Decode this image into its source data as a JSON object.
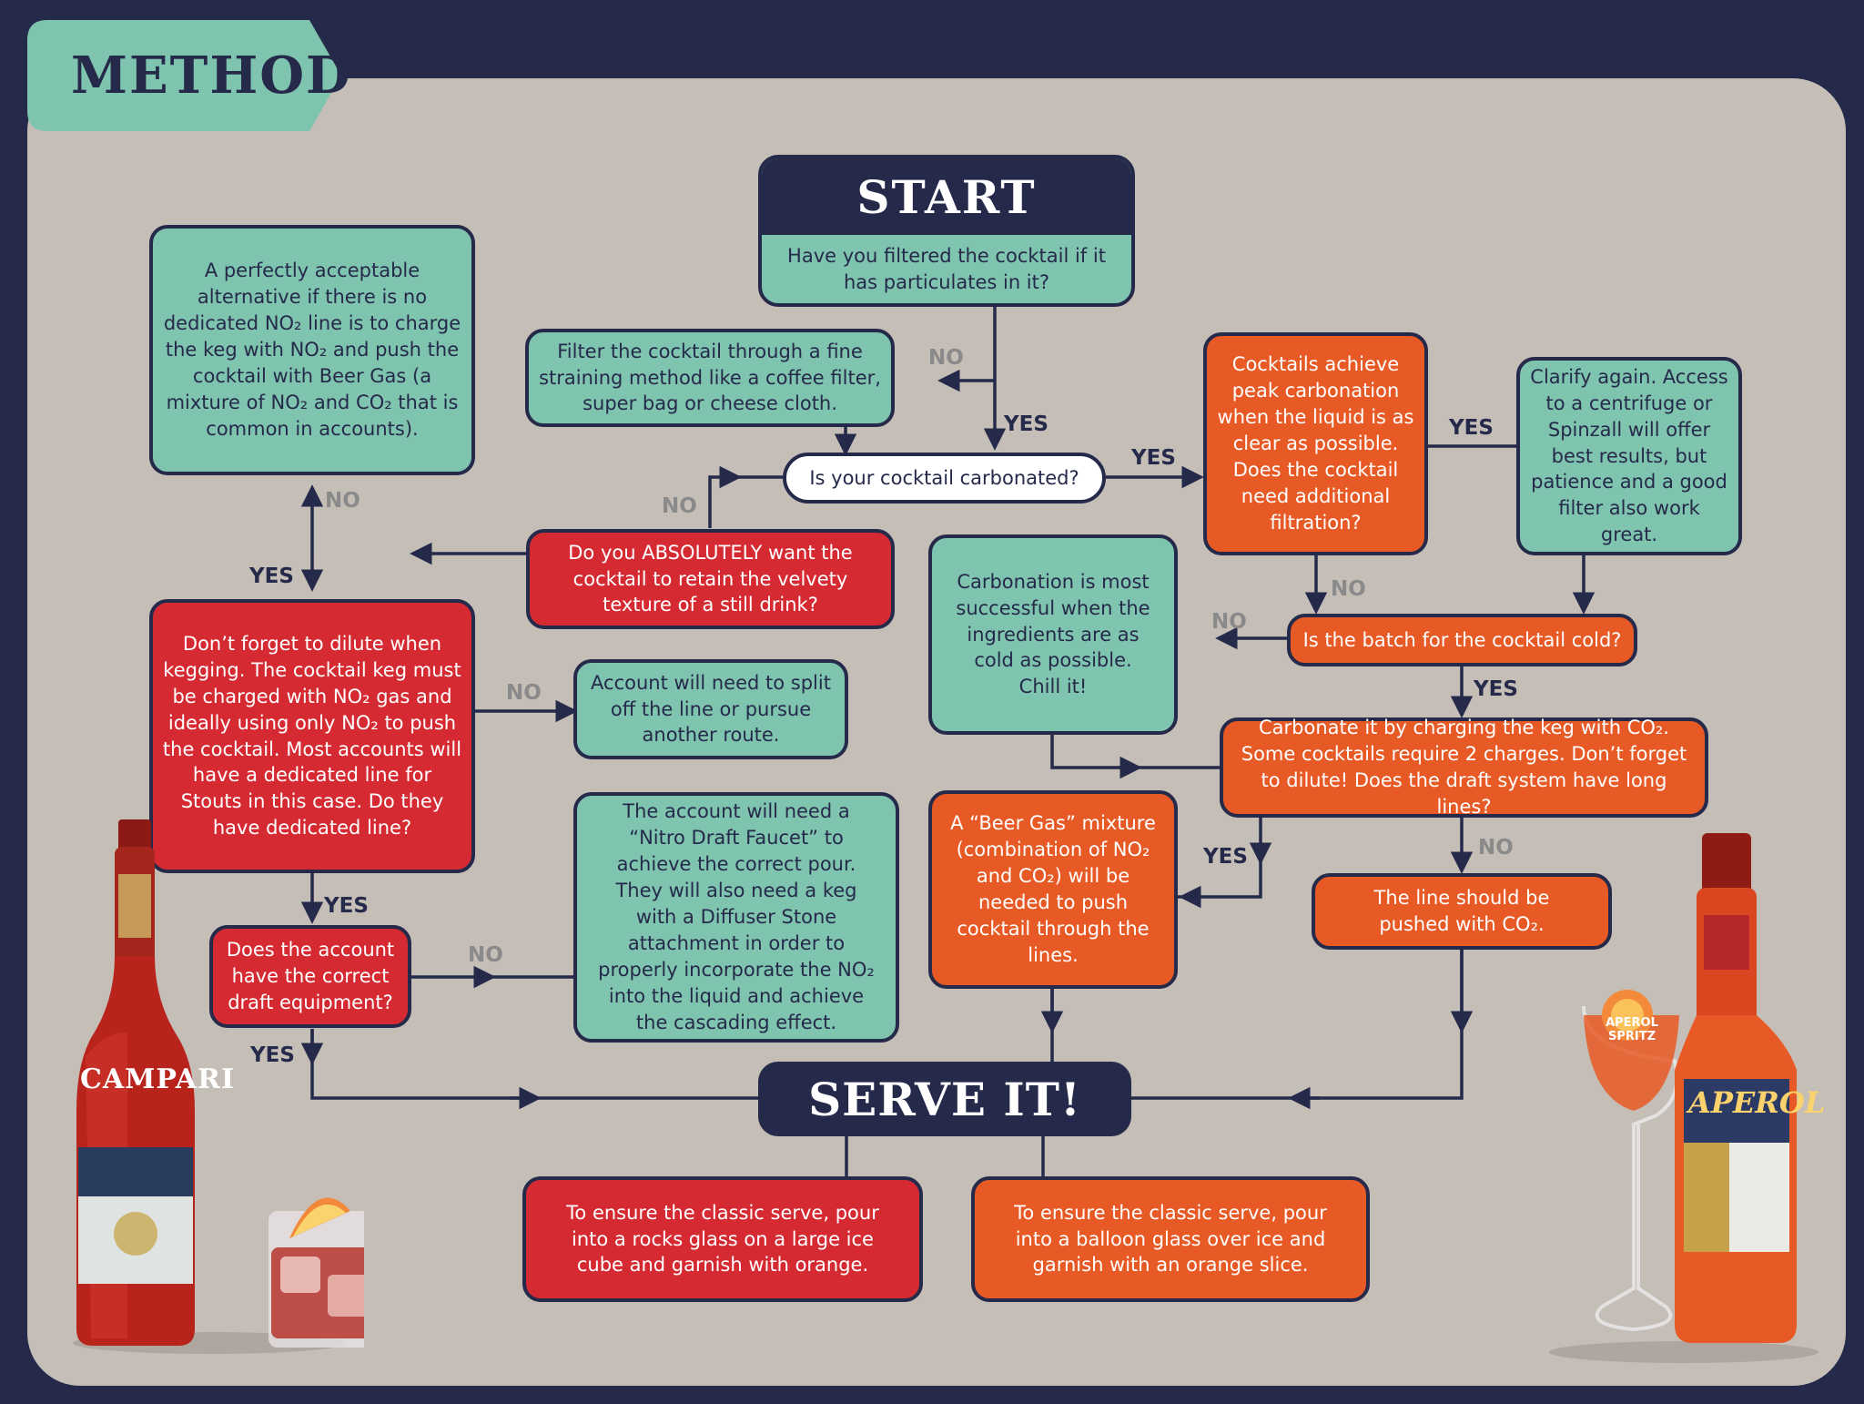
{
  "header": {
    "title": "METHOD"
  },
  "start": {
    "title": "START",
    "question": "Have you filtered the cocktail if it has particulates in it?"
  },
  "nodes": {
    "filter": "Filter the cocktail through a fine straining method like a coffee filter, super bag or cheese cloth.",
    "carbonated_q": "Is your cocktail carbonated?",
    "alternative": "A perfectly acceptable alternative if there is no dedicated NO₂ line is to charge the keg with NO₂ and push the cocktail with Beer Gas (a mixture of NO₂ and CO₂ that is common in accounts).",
    "velvety_q": "Do you ABSOLUTELY want the cocktail to retain the velvety texture of a still drink?",
    "dilute": "Don’t forget to dilute when kegging. The cocktail keg must be charged with NO₂ gas and ideally using only NO₂ to push the cocktail. Most accounts will have a dedicated line for Stouts in this case. Do they have dedicated line?",
    "split": "Account will need to split off the line or pursue another route.",
    "draft_q": "Does the account have the correct draft equipment?",
    "nitro": "The account will need a “Nitro Draft Faucet” to achieve the correct pour. They will also need a keg with a Diffuser Stone attachment in order to properly incorporate the NO₂ into the liquid and achieve the cascading effect.",
    "peak": "Cocktails achieve peak carbonation when the liquid is as clear as possible. Does the cocktail need additional filtration?",
    "clarify": "Clarify again. Access to a centrifuge or Spinzall will offer best results, but patience and a good filter also work great.",
    "chill": "Carbonation is most successful when the ingredients are as cold as possible. Chill it!",
    "cold_q": "Is the batch for the cocktail cold?",
    "carbonate": "Carbonate it by charging the keg with CO₂. Some cocktails require 2 charges. Don’t forget to dilute! Does the draft system have long lines?",
    "beergas": "A “Beer Gas” mixture (combination of NO₂ and CO₂) will be needed to push cocktail through the lines.",
    "pushed": "The line should be pushed with CO₂.",
    "serve_campari": "To ensure the classic serve, pour into a rocks glass on a large ice cube and garnish with orange.",
    "serve_aperol": "To ensure the classic serve, pour into a balloon glass over ice and garnish with an orange slice."
  },
  "serve": {
    "title": "SERVE IT!"
  },
  "labels": {
    "yes": "YES",
    "no": "NO"
  },
  "bottles": {
    "campari": {
      "brand": "CAMPARI"
    },
    "aperol": {
      "brand": "APEROL",
      "glass": "APEROL SPRITZ"
    }
  },
  "colors": {
    "navy": "#25294a",
    "background": "#c5beb7",
    "teal": "#7fc4ae",
    "red": "#d62a33",
    "orange": "#e85a25"
  }
}
